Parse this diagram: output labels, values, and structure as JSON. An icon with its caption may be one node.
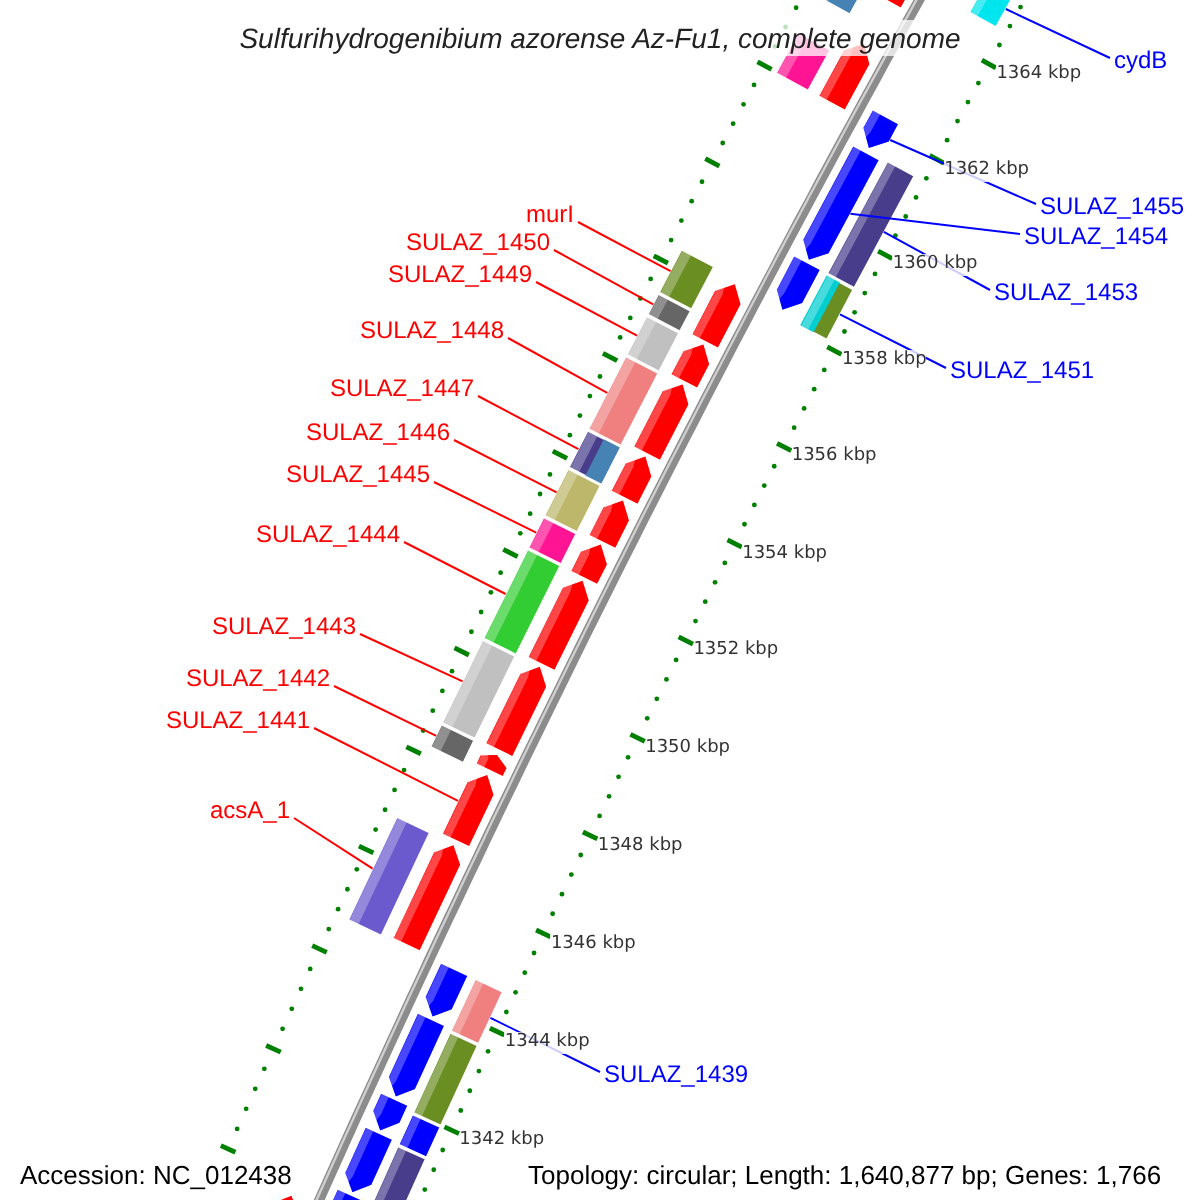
{
  "diagram": {
    "title": "Sulfurihydrogenibium azorense Az-Fu1, complete genome",
    "nodes": [
      {
        "text": [
          "cydB"
        ]
      },
      {
        "text": [
          "SULAZ_1455"
        ]
      },
      {
        "text": [
          "murI"
        ]
      },
      {
        "text": [
          "SULAZ_1454"
        ]
      },
      {
        "text": [
          "SULAZ_1450"
        ]
      },
      {
        "text": [
          "SULAZ_1449"
        ]
      },
      {
        "text": [
          "SULAZ_1453"
        ]
      },
      {
        "text": [
          "SULAZ_1448"
        ]
      },
      {
        "text": [
          "SULAZ_1451"
        ]
      },
      {
        "text": [
          "SULAZ_1447"
        ]
      },
      {
        "text": [
          "SULAZ_1446"
        ]
      },
      {
        "text": [
          "SULAZ_1445"
        ]
      },
      {
        "text": [
          "SULAZ_1444"
        ]
      },
      {
        "text": [
          "SULAZ_1443"
        ]
      },
      {
        "text": [
          "SULAZ_1442"
        ]
      },
      {
        "text": [
          "SULAZ_1441"
        ]
      },
      {
        "text": [
          "acsA_1"
        ]
      },
      {
        "text": [
          "SULAZ_1439"
        ]
      },
      {
        "text": [],
        "shape": "bar"
      },
      {
        "text": [],
        "shape": "bar"
      },
      {
        "text": [],
        "shape": "bar"
      },
      {
        "text": [],
        "shape": "bar"
      },
      {
        "text": [],
        "shape": "bar"
      },
      {
        "text": [],
        "shape": "bar"
      },
      {
        "text": [],
        "shape": "bar"
      },
      {
        "text": [],
        "shape": "bar"
      },
      {
        "text": [],
        "shape": "bar"
      },
      {
        "text": [],
        "shape": "bar"
      },
      {
        "text": [],
        "shape": "bar"
      },
      {
        "text": [],
        "shape": "bar"
      },
      {
        "text": [],
        "shape": "bar"
      },
      {
        "text": [],
        "shape": "bar"
      },
      {
        "text": [],
        "shape": "bar"
      },
      {
        "text": [],
        "shape": "bar"
      },
      {
        "text": [],
        "shape": "bar"
      },
      {
        "text": [],
        "shape": "bar"
      },
      {
        "text": [],
        "shape": "bar"
      },
      {
        "text": [],
        "shape": "bar"
      },
      {
        "text": [],
        "shape": "bar"
      },
      {
        "text": [],
        "shape": "bar"
      },
      {
        "text": [],
        "shape": "bar"
      },
      {
        "text": [],
        "shape": "bar"
      },
      {
        "text": [],
        "shape": "bar"
      },
      {
        "text": [],
        "shape": "bar"
      },
      {
        "text": [],
        "shape": "bar"
      },
      {
        "text": [],
        "shape": "bar"
      },
      {
        "text": [],
        "shape": "bar"
      },
      {
        "text": [],
        "shape": "bar"
      },
      {
        "text": [],
        "shape": "bar"
      },
      {
        "text": [],
        "shape": "bar"
      },
      {
        "text": [],
        "shape": "bar"
      },
      {
        "text": [],
        "shape": "bar"
      },
      {
        "text": [],
        "shape": "bar"
      },
      {
        "text": [],
        "shape": "bar"
      },
      {
        "text": [],
        "shape": "bar"
      },
      {
        "text": [],
        "shape": "bar"
      },
      {
        "text": [],
        "shape": "bar"
      },
      {
        "text": [],
        "shape": "bar"
      },
      {
        "text": [],
        "shape": "bar"
      },
      {
        "text": [],
        "shape": "bar"
      }
    ],
    "edges": [
      {
        "from": 0,
        "to": 18,
        "arrow": "none",
        "color": "#0000ff"
      },
      {
        "from": 1,
        "to": 19,
        "arrow": "none",
        "color": "#0000ff"
      },
      {
        "from": 2,
        "to": 22,
        "arrow": "none"
      },
      {
        "from": 3,
        "to": 20,
        "arrow": "none",
        "color": "#0000ff"
      },
      {
        "from": 4,
        "to": 24,
        "arrow": "none"
      },
      {
        "from": 5,
        "to": 25,
        "arrow": "none"
      },
      {
        "from": 6,
        "to": 21,
        "arrow": "none",
        "color": "#0000ff"
      },
      {
        "from": 7,
        "to": 26,
        "arrow": "none"
      },
      {
        "from": 8,
        "to": 23,
        "arrow": "none",
        "color": "#0000ff"
      },
      {
        "from": 9,
        "to": 27,
        "arrow": "none"
      },
      {
        "from": 10,
        "to": 28,
        "arrow": "none"
      },
      {
        "from": 11,
        "to": 29,
        "arrow": "none"
      },
      {
        "from": 12,
        "to": 30,
        "arrow": "none"
      },
      {
        "from": 13,
        "to": 31,
        "arrow": "none"
      },
      {
        "from": 14,
        "to": 32,
        "arrow": "none"
      },
      {
        "from": 15,
        "to": 33,
        "arrow": "none"
      },
      {
        "from": 16,
        "to": 34,
        "arrow": "none"
      },
      {
        "from": 17,
        "to": 35,
        "arrow": "none",
        "color": "#0000ff"
      }
    ],
    "labels": [
      "1364 kbp",
      "1362 kbp",
      "1360 kbp",
      "1358 kbp",
      "1356 kbp",
      "1354 kbp",
      "1352 kbp",
      "1350 kbp",
      "1348 kbp",
      "1346 kbp",
      "1344 kbp",
      "1342 kbp",
      "Accession: NC_012438",
      "Topology: circular; Length: 1,640,877 bp; Genes: 1,766"
    ]
  }
}
